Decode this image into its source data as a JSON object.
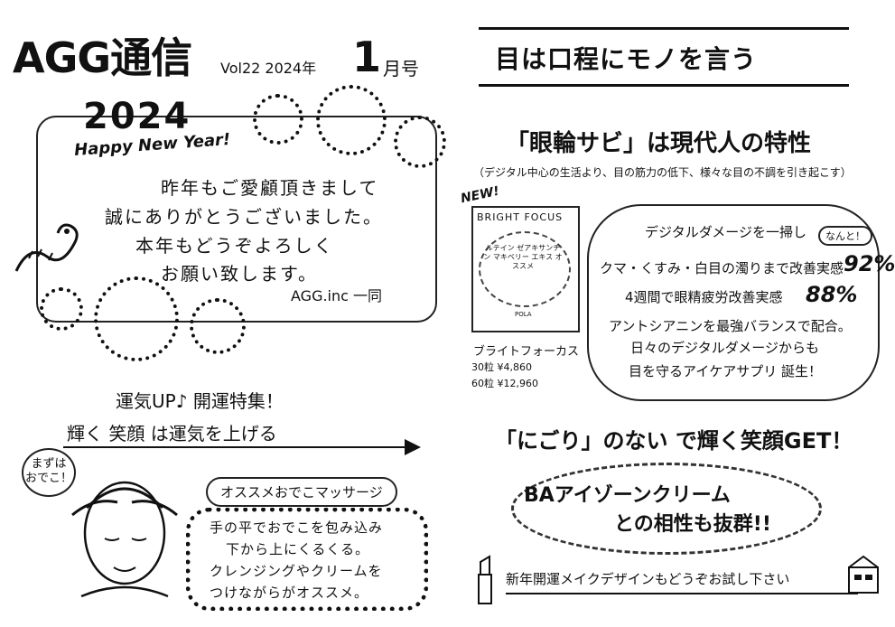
{
  "header": {
    "title": "AGG通信",
    "volume": "Vol22 2024年",
    "month_number": "1",
    "month_suffix": "月号"
  },
  "greeting": {
    "year_badge": "2024",
    "script": "Happy New Year!",
    "lines": [
      "昨年もご愛顧頂きまして",
      "誠にありがとうございました。",
      "本年もどうぞよろしく",
      "お願い致します。"
    ],
    "signature": "AGG.inc 一同"
  },
  "luck": {
    "title": "運気UP♪ 開運特集！",
    "subtitle": "輝く 笑顔 は運気を上げる",
    "bubble": "まずは おでこ！",
    "massage_label": "オススメおでこマッサージ",
    "massage_lines": [
      "手の平でおでこを包み込み",
      "下から上にくるくる。",
      "クレンジングやクリームを",
      "つけながらがオススメ。"
    ]
  },
  "right": {
    "title": "目は口程にモノを言う",
    "section1_title": "「眼輪サビ」は現代人の特性",
    "section1_note": "（デジタル中心の生活より、目の筋力の低下、様々な目の不調を引き起こす）",
    "product": {
      "new_tag": "NEW!",
      "name": "BRIGHT FOCUS",
      "inside_text": "ルテイン ゼアキサンチン マキベリー エキス オススメ",
      "brand": "POLA",
      "kana": "ブライトフォーカス",
      "price1": "30粒 ¥4,860",
      "price2": "60粒 ¥12,960"
    },
    "cloud_lines": [
      "デジタルダメージを一掃し",
      "クマ・くすみ・白目の濁りまで改善実感",
      "4週間で眼精疲労改善実感",
      "アントシアニンを最強バランスで配合。",
      "日々のデジタルダメージからも",
      "目を守るアイケアサプリ 誕生！"
    ],
    "nanto": "なんと！",
    "pct1": "92%",
    "pct2": "88%",
    "section2_title": "「にごり」のない で輝く笑顔GET！",
    "ba_line1": "BAアイゾーンクリーム",
    "ba_line2": "との相性も抜群!!",
    "footer": "新年開運メイクデザインもどうぞお試し下さい"
  }
}
